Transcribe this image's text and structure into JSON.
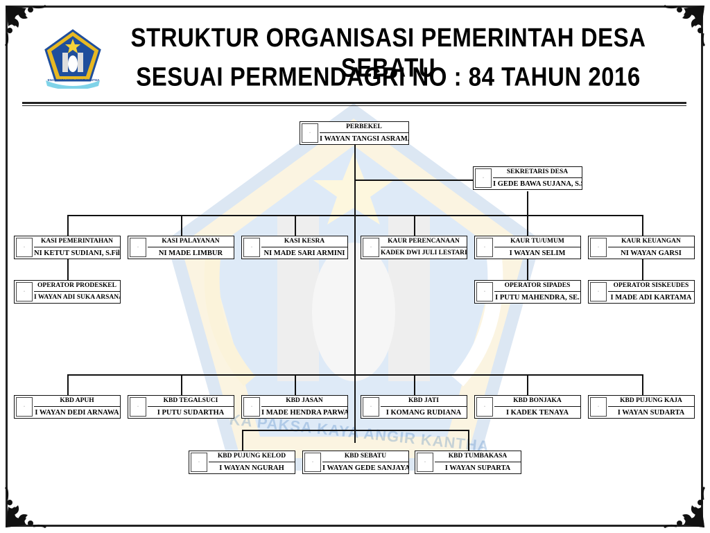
{
  "header": {
    "title_line1": "STRUKTUR ORGANISASI PEMERINTAH DESA SEBATU",
    "title_line2": "SESUAI PERMENDAGRI NO : 84 TAHUN 2016",
    "logo_motto": "ENA PAKSA KAYA ANGIR KANTHA"
  },
  "watermark_text": "KA PAKSA KAYA ANGIR KANTHA",
  "colors": {
    "logo_blue": "#1f4e9c",
    "logo_gold": "#e8b923",
    "watermark": "#2b6fb8"
  },
  "org": {
    "perbekel": {
      "position": "PERBEKEL",
      "name": "I WAYAN TANGSI ASRAMA"
    },
    "sekretaris": {
      "position": "SEKRETARIS DESA",
      "name": "I GEDE BAWA SUJANA, S.Sos."
    },
    "kasi_pemerintahan": {
      "position": "KASI PEMERINTAHAN",
      "name": "NI KETUT SUDIANI, S.Fil.H."
    },
    "kasi_pelayanan": {
      "position": "KASI PALAYANAN",
      "name": "NI MADE LIMBUR"
    },
    "kasi_kesra": {
      "position": "KASI KESRA",
      "name": "NI MADE SARI ARMINI"
    },
    "kaur_perencanaan": {
      "position": "KAUR PERENCANAAN",
      "name": "KADEK DWI JULI LESTARI, S.Pd."
    },
    "kaur_tu": {
      "position": "KAUR TU/UMUM",
      "name": "I WAYAN SELIM"
    },
    "kaur_keuangan": {
      "position": "KAUR KEUANGAN",
      "name": "NI WAYAN GARSI"
    },
    "operator_prodeskel": {
      "position": "OPERATOR PRODESKEL",
      "name": "I WAYAN ADI SUKA ARSANA, SE."
    },
    "operator_sipades": {
      "position": "OPERATOR SIPADES",
      "name": "I PUTU MAHENDRA, SE."
    },
    "operator_siskeudes": {
      "position": "OPERATOR SISKEUDES",
      "name": "I MADE ADI KARTAMA"
    },
    "kbd_apuh": {
      "position": "KBD APUH",
      "name": "I WAYAN DEDI ARNAWA"
    },
    "kbd_tegalsuci": {
      "position": "KBD TEGALSUCI",
      "name": "I PUTU SUDARTHA"
    },
    "kbd_jasan": {
      "position": "KBD JASAN",
      "name": "I MADE HENDRA PARWATA"
    },
    "kbd_jati": {
      "position": "KBD JATI",
      "name": "I KOMANG RUDIANA"
    },
    "kbd_bonjaka": {
      "position": "KBD BONJAKA",
      "name": "I KADEK TENAYA"
    },
    "kbd_pujung_kaja": {
      "position": "KBD PUJUNG KAJA",
      "name": "I WAYAN SUDARTA"
    },
    "kbd_pujung_kelod": {
      "position": "KBD PUJUNG KELOD",
      "name": "I WAYAN NGURAH"
    },
    "kbd_sebatu": {
      "position": "KBD SEBATU",
      "name": "I WAYAN GEDE SANJAYA"
    },
    "kbd_tumbakasa": {
      "position": "KBD TUMBAKASA",
      "name": "I WAYAN SUPARTA"
    }
  }
}
